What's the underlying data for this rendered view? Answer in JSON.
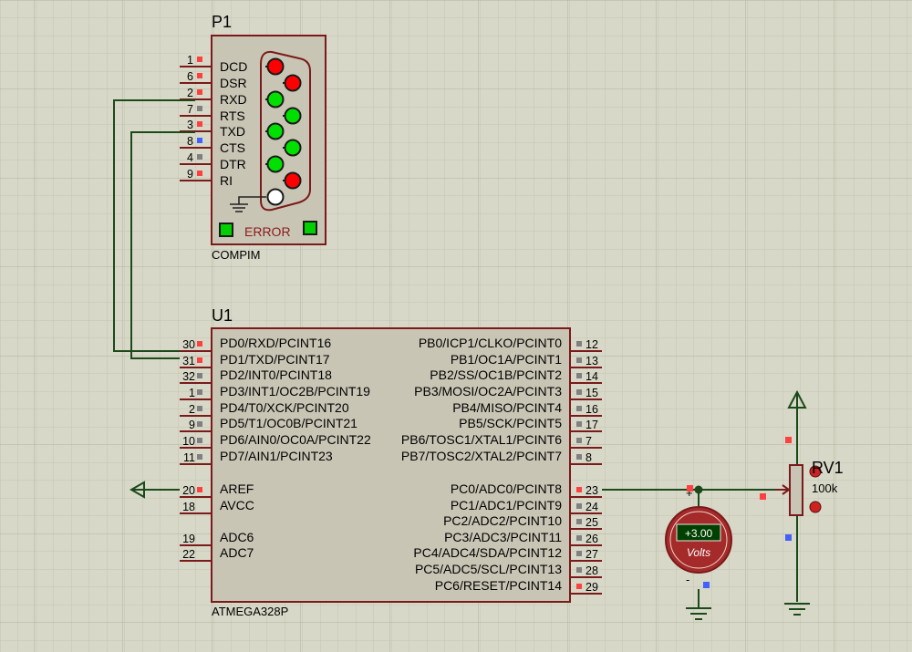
{
  "p1": {
    "ref": "P1",
    "type": "COMPIM",
    "pins": [
      {
        "num": "1",
        "name": "DCD",
        "led": "red"
      },
      {
        "num": "6",
        "name": "DSR",
        "led": "red"
      },
      {
        "num": "2",
        "name": "RXD",
        "led": "green"
      },
      {
        "num": "7",
        "name": "RTS",
        "led": "green"
      },
      {
        "num": "3",
        "name": "TXD",
        "led": "green"
      },
      {
        "num": "8",
        "name": "CTS",
        "led": "green"
      },
      {
        "num": "4",
        "name": "DTR",
        "led": "green"
      },
      {
        "num": "9",
        "name": "RI",
        "led": "red"
      }
    ],
    "error_label": "ERROR",
    "colors": {
      "red": "#ff0000",
      "green": "#00e000",
      "off": "#ffffff"
    }
  },
  "u1": {
    "ref": "U1",
    "type": "ATMEGA328P",
    "left_pins": [
      {
        "num": "30",
        "name": "PD0/RXD/PCINT16"
      },
      {
        "num": "31",
        "name": "PD1/TXD/PCINT17"
      },
      {
        "num": "32",
        "name": "PD2/INT0/PCINT18"
      },
      {
        "num": "1",
        "name": "PD3/INT1/OC2B/PCINT19"
      },
      {
        "num": "2",
        "name": "PD4/T0/XCK/PCINT20"
      },
      {
        "num": "9",
        "name": "PD5/T1/OC0B/PCINT21"
      },
      {
        "num": "10",
        "name": "PD6/AIN0/OC0A/PCINT22"
      },
      {
        "num": "11",
        "name": "PD7/AIN1/PCINT23"
      },
      {
        "num": "20",
        "name": "AREF"
      },
      {
        "num": "18",
        "name": "AVCC"
      },
      {
        "num": "19",
        "name": "ADC6"
      },
      {
        "num": "22",
        "name": "ADC7"
      }
    ],
    "right_pins": [
      {
        "num": "12",
        "name": "PB0/ICP1/CLKO/PCINT0"
      },
      {
        "num": "13",
        "name": "PB1/OC1A/PCINT1"
      },
      {
        "num": "14",
        "name": "PB2/SS/OC1B/PCINT2"
      },
      {
        "num": "15",
        "name": "PB3/MOSI/OC2A/PCINT3"
      },
      {
        "num": "16",
        "name": "PB4/MISO/PCINT4"
      },
      {
        "num": "17",
        "name": "PB5/SCK/PCINT5"
      },
      {
        "num": "7",
        "name": "PB6/TOSC1/XTAL1/PCINT6"
      },
      {
        "num": "8",
        "name": "PB7/TOSC2/XTAL2/PCINT7"
      },
      {
        "num": "23",
        "name": "PC0/ADC0/PCINT8"
      },
      {
        "num": "24",
        "name": "PC1/ADC1/PCINT9"
      },
      {
        "num": "25",
        "name": "PC2/ADC2/PCINT10"
      },
      {
        "num": "26",
        "name": "PC3/ADC3/PCINT11"
      },
      {
        "num": "27",
        "name": "PC4/ADC4/SDA/PCINT12"
      },
      {
        "num": "28",
        "name": "PC5/ADC5/SCL/PCINT13"
      },
      {
        "num": "29",
        "name": "PC6/RESET/PCINT14"
      }
    ]
  },
  "rv1": {
    "ref": "RV1",
    "value": "100k"
  },
  "voltmeter": {
    "reading": "+3.00",
    "unit": "Volts",
    "plus": "+",
    "minus": "-"
  },
  "colors": {
    "background": "#d8d8c8",
    "body_fill": "#c9c5b5",
    "body_stroke": "#7a1a1a",
    "wire": "#1a4a1a",
    "pin_red": "#ff4040",
    "pin_gray": "#808080",
    "pin_blue": "#4060ff"
  }
}
